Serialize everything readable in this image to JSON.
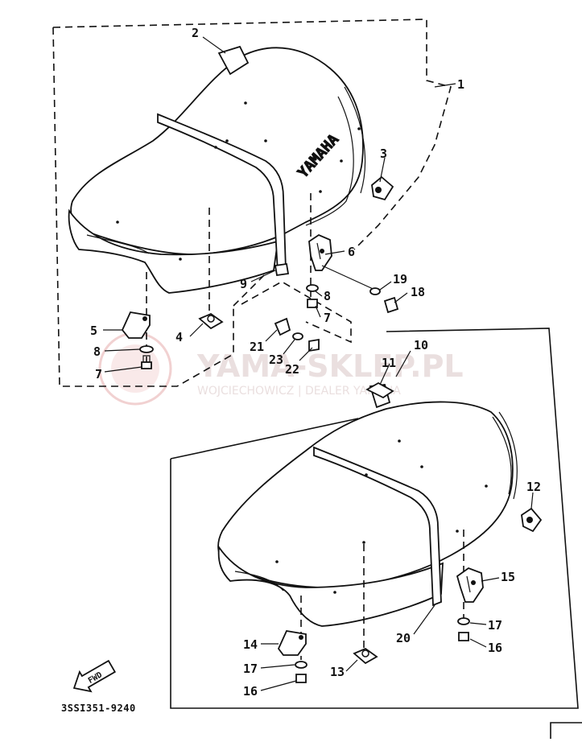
{
  "drawing_code": "3SSI351-9240",
  "watermark": {
    "title": "YAMA-SKLEP.PL",
    "subtitle": "WOJCIECHOWICZ | DEALER YAMAHA"
  },
  "seat_brand_text": "YAMAHA",
  "fwd_label": "FWD",
  "part_labels": {
    "p1": "1",
    "p2": "2",
    "p3": "3",
    "p4": "4",
    "p5": "5",
    "p6": "6",
    "p7a": "7",
    "p7b": "7",
    "p8a": "8",
    "p8b": "8",
    "p9": "9",
    "p10": "10",
    "p11": "11",
    "p12": "12",
    "p13": "13",
    "p14": "14",
    "p15": "15",
    "p16a": "16",
    "p16b": "16",
    "p17a": "17",
    "p17b": "17",
    "p18": "18",
    "p19": "19",
    "p20": "20",
    "p21": "21",
    "p22": "22",
    "p23": "23"
  }
}
